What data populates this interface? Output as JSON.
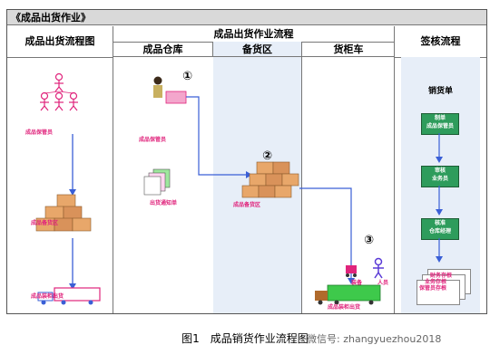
{
  "header": {
    "title": "《成品出货作业》"
  },
  "left": {
    "heading": "成品出货流程图",
    "labels": {
      "keeper": "成品保管员",
      "staging": "成品备货区",
      "loading": "成品装柜出货"
    }
  },
  "middle": {
    "heading": "成品出货作业流程",
    "lanes": {
      "warehouse": "成品仓库",
      "staging": "备货区",
      "container": "货柜车"
    },
    "markers": {
      "one": "①",
      "two": "②",
      "three": "③"
    },
    "labels": {
      "keeper": "成品保管员",
      "notice": "出货通知单",
      "staging": "成品备货区",
      "loader": "装备",
      "staff": "人员",
      "loading": "成品装柜出货"
    }
  },
  "right": {
    "heading": "签核流程",
    "doc_title": "销货单",
    "steps": [
      {
        "line1": "制单",
        "line2": "成品保管员"
      },
      {
        "line1": "审核",
        "line2": "业务员"
      },
      {
        "line1": "核准",
        "line2": "仓库经理"
      }
    ],
    "stack": [
      "财务存根",
      "业务存根",
      "保管员存根"
    ]
  },
  "caption": "图1　成品销货作业流程图",
  "watermark": "微信号: zhangyuezhou2018",
  "colors": {
    "box": "#e8a76a",
    "pink": "#e0247c",
    "blue": "#3a5fd6",
    "green": "#2e9c5c",
    "lane_bg": "#e7eef8"
  }
}
